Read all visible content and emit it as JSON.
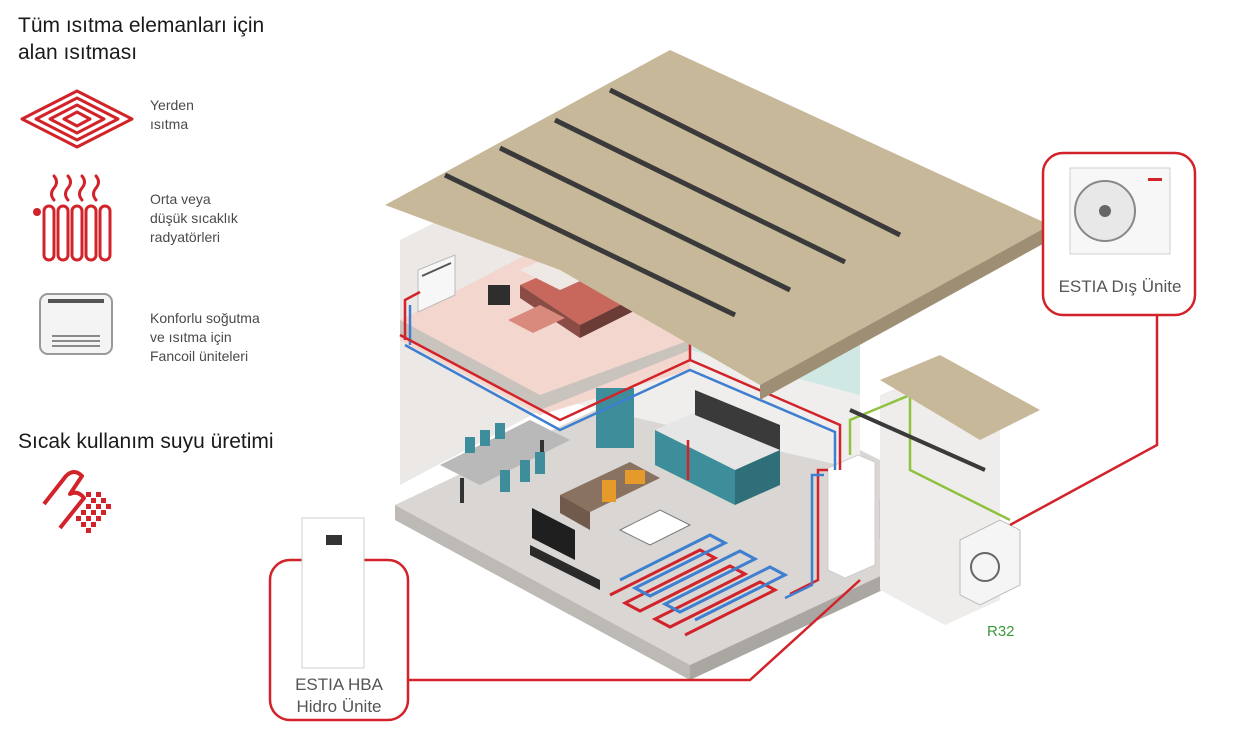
{
  "legend": {
    "heading_line1": "Tüm ısıtma elemanları için",
    "heading_line2": "alan ısıtması",
    "items": [
      {
        "icon": "floor-heating-icon",
        "line1": "Yerden",
        "line2": "ısıtma",
        "line3": ""
      },
      {
        "icon": "radiator-icon",
        "line1": "Orta veya",
        "line2": "düşük sıcaklık",
        "line3": "radyatörleri"
      },
      {
        "icon": "fancoil-icon",
        "line1": "Konforlu soğutma",
        "line2": "ve ısıtma için",
        "line3": "Fancoil üniteleri"
      }
    ],
    "hot_water_heading": "Sıcak kullanım suyu üretimi",
    "hot_water_icon": "hot-water-icon"
  },
  "units": {
    "outdoor_label": "ESTIA Dış Ünite",
    "hydro_label_line1": "ESTIA HBA",
    "hydro_label_line2": "Hidro Ünite",
    "refrigerant_label": "R32"
  },
  "colors": {
    "accent_red": "#d2232a",
    "pipe_blue": "#3f7fd0",
    "pipe_green": "#8fc23f",
    "roof": "#c8b89a",
    "wall": "#e9e6e3"
  }
}
